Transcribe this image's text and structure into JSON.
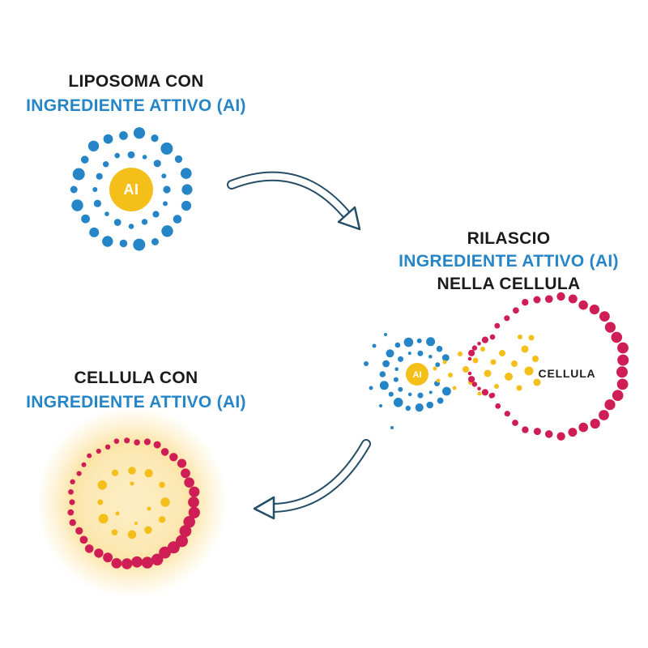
{
  "colors": {
    "blue": "#2585c6",
    "yellow": "#f5bf1a",
    "crimson": "#cf1e56",
    "dark": "#244d66",
    "text": "#1b1b1b"
  },
  "labels": {
    "liposome": {
      "line1": "LIPOSOMA CON",
      "line2": "INGREDIENTE ATTIVO (AI)"
    },
    "release": {
      "line1": "RILASCIO",
      "line2": "INGREDIENTE ATTIVO (AI)",
      "line3": "NELLA CELLULA"
    },
    "cell": {
      "line1": "CELLULA CON",
      "line2": "INGREDIENTE ATTIVO (AI)"
    }
  },
  "diagram": {
    "liposome_core_label": "AI",
    "release_core_label": "AI",
    "cell_label": "CELLULA"
  }
}
